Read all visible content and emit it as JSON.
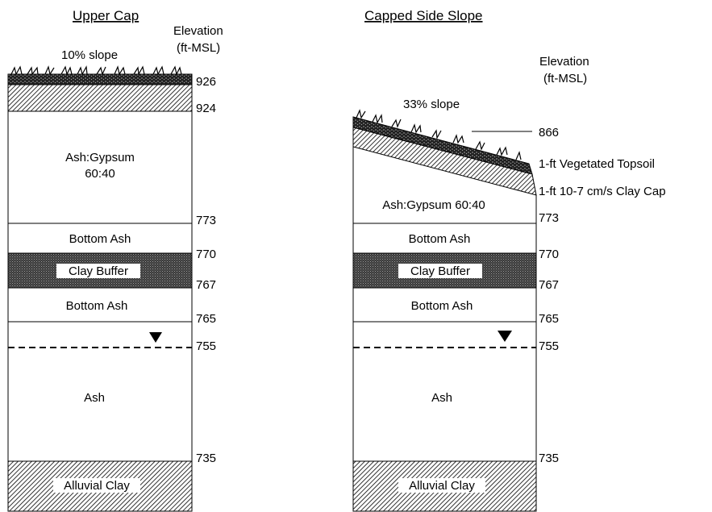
{
  "left_column": {
    "title": "Upper Cap",
    "slope_label": "10% slope",
    "elevation_header_1": "Elevation",
    "elevation_header_2": "(ft-MSL)",
    "layers": {
      "ash_gypsum_line1": "Ash:Gypsum",
      "ash_gypsum_line2": "60:40",
      "bottom_ash_upper": "Bottom Ash",
      "clay_buffer": "Clay Buffer",
      "bottom_ash_lower": "Bottom Ash",
      "ash": "Ash",
      "alluvial_clay": "Alluvial Clay"
    },
    "elevations": {
      "e926": "926",
      "e924": "924",
      "e773": "773",
      "e770": "770",
      "e767": "767",
      "e765": "765",
      "e755": "755",
      "e735": "735"
    }
  },
  "right_column": {
    "title": "Capped Side Slope",
    "slope_label": "33% slope",
    "elevation_header_1": "Elevation",
    "elevation_header_2": "(ft-MSL)",
    "annotations": {
      "topsoil": "1-ft  Vegetated Topsoil",
      "clay_cap": "1-ft 10-7 cm/s Clay Cap"
    },
    "layers": {
      "ash_gypsum": "Ash:Gypsum  60:40",
      "bottom_ash_upper": "Bottom Ash",
      "clay_buffer": "Clay Buffer",
      "bottom_ash_lower": "Bottom Ash",
      "ash": "Ash",
      "alluvial_clay": "Alluvial Clay"
    },
    "elevations": {
      "e866": "866",
      "e773": "773",
      "e770": "770",
      "e767": "767",
      "e765": "765",
      "e755": "755",
      "e735": "735"
    }
  },
  "colors": {
    "line": "#000000",
    "hatch_fill": "#ffffff",
    "buffer_fill": "#4a4a4a",
    "background": "#ffffff"
  }
}
